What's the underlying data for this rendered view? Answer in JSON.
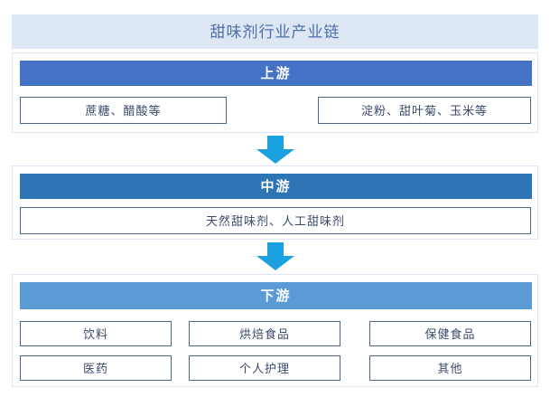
{
  "title": "甜味剂行业产业链",
  "colors": {
    "title_background": "#dde7f3",
    "title_text": "#4f6fa8",
    "upstream_band": "#4472c4",
    "midstream_band": "#2e75b6",
    "downstream_band": "#5b9bd5",
    "arrow": "#1ba0e0",
    "box_border": "#4a6788",
    "box_text": "#3a4a6b",
    "section_border": "#dce6f1",
    "background": "#ffffff"
  },
  "sections": [
    {
      "band_label": "上游",
      "items": [
        "蔗糖、醋酸等",
        "淀粉、甜叶菊、玉米等"
      ]
    },
    {
      "band_label": "中游",
      "items": [
        "天然甜味剂、人工甜味剂"
      ]
    },
    {
      "band_label": "下游",
      "items": [
        "饮料",
        "烘焙食品",
        "保健食品",
        "医药",
        "个人护理",
        "其他"
      ]
    }
  ],
  "arrows": [
    {
      "name": "arrow-upstream-to-midstream",
      "direction": "down"
    },
    {
      "name": "arrow-midstream-to-downstream",
      "direction": "down"
    }
  ],
  "chart_data": {
    "type": "diagram",
    "subtype": "value-chain-flow",
    "title": "甜味剂行业产业链",
    "orientation": "vertical-top-to-bottom",
    "tiers": [
      {
        "name": "上游",
        "order": 1,
        "nodes": [
          "蔗糖、醋酸等",
          "淀粉、甜叶菊、玉米等"
        ]
      },
      {
        "name": "中游",
        "order": 2,
        "nodes": [
          "天然甜味剂、人工甜味剂"
        ]
      },
      {
        "name": "下游",
        "order": 3,
        "nodes": [
          "饮料",
          "烘焙食品",
          "保健食品",
          "医药",
          "个人护理",
          "其他"
        ]
      }
    ],
    "flows": [
      {
        "from": "上游",
        "to": "中游"
      },
      {
        "from": "中游",
        "to": "下游"
      }
    ]
  }
}
